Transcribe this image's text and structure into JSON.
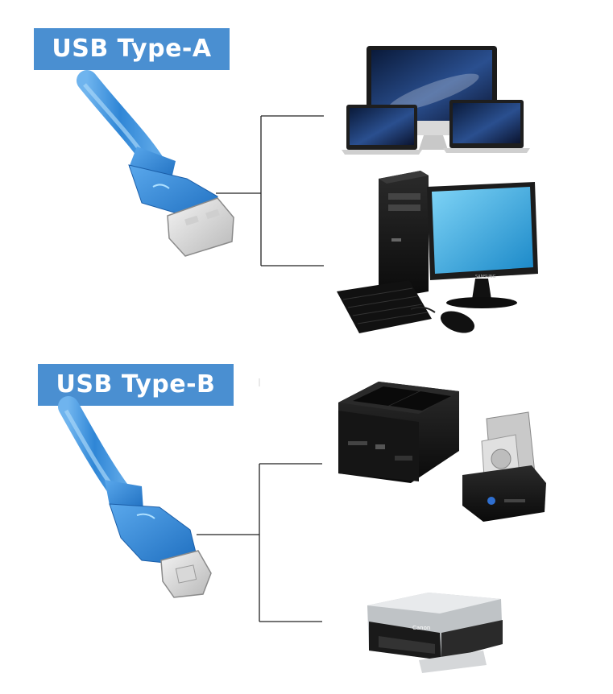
{
  "sections": [
    {
      "label": "USB Type-A"
    },
    {
      "label": "USB Type-B"
    }
  ],
  "devices": {
    "monitor_brand": "SAMSUNG",
    "printer_brand": "Canon"
  },
  "colors": {
    "label_bg": "#4a8fd1",
    "label_text": "#ffffff",
    "cable_blue": "#3a8fd8",
    "connector_blue": "#2f7fce",
    "connector_line": "#222222"
  }
}
